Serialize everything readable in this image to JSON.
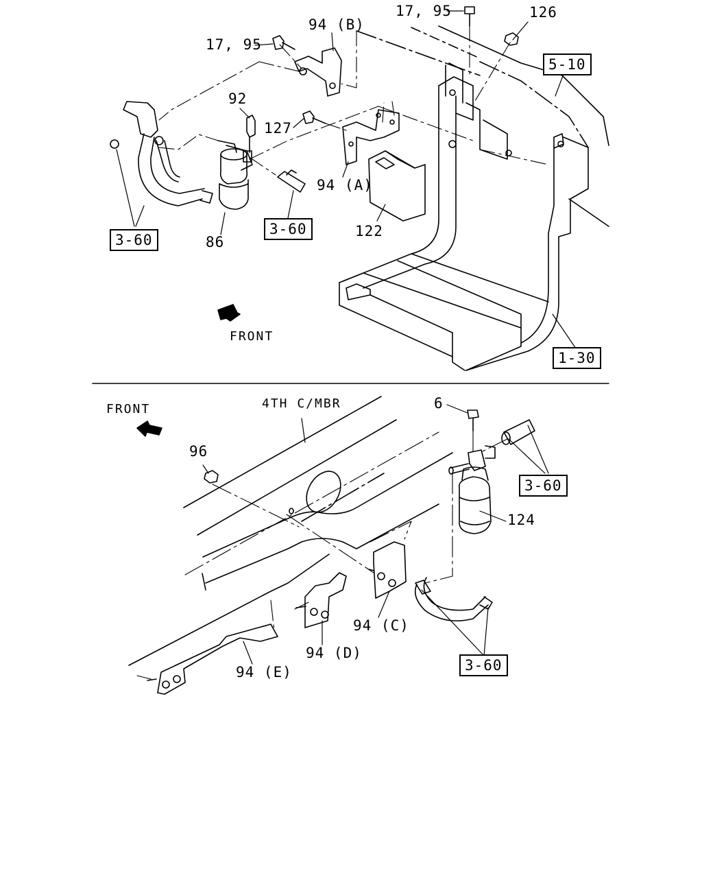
{
  "upper": {
    "callouts": {
      "c1795_top": "17, 95",
      "c126": "126",
      "c94b": "94 (B)",
      "c1795_left": "17, 95",
      "c92": "92",
      "c127": "127",
      "c94a": "94 (A)",
      "c86": "86",
      "c122": "122"
    },
    "refs": {
      "r510": "5-10",
      "r360_left": "3-60",
      "r360_mid": "3-60",
      "r130": "1-30"
    },
    "front_label": "FRONT"
  },
  "lower": {
    "callouts": {
      "c6": "6",
      "c96": "96",
      "c124": "124",
      "c94c": "94 (C)",
      "c94d": "94 (D)",
      "c94e": "94 (E)"
    },
    "refs": {
      "r360_right": "3-60",
      "r360_bottom": "3-60"
    },
    "front_label": "FRONT",
    "member_label": "4TH C/MBR"
  }
}
